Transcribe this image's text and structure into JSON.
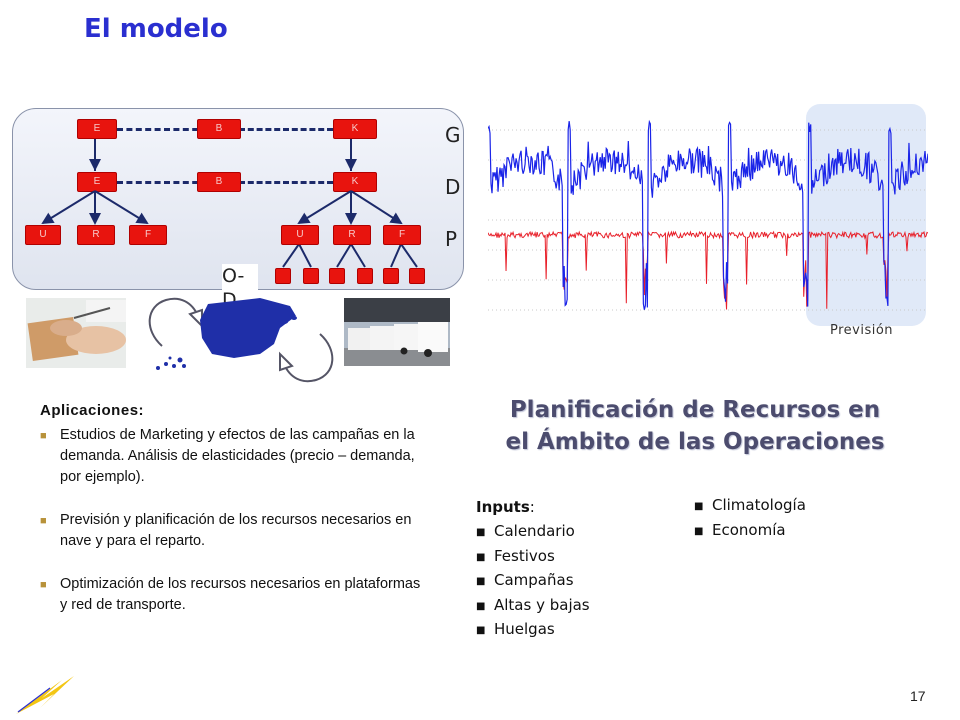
{
  "title": "El modelo",
  "hierarchy": {
    "top_nodes": [
      "E",
      "B",
      "K"
    ],
    "mid_nodes": [
      "E",
      "B",
      "K"
    ],
    "left_leaves": [
      "U",
      "R",
      "F"
    ],
    "right_leaves": [
      "U",
      "R",
      "F"
    ],
    "levels": [
      "G",
      "D",
      "P"
    ],
    "od_label": "O-D"
  },
  "chart": {
    "forecast_label": "Previsión",
    "colors": {
      "actual": "#1a24e8",
      "forecast": "#e8202a"
    }
  },
  "applications": {
    "heading": "Aplicaciones:",
    "items": [
      "Estudios de Marketing y efectos de las campañas en la demanda. Análisis de elasticidades (precio – demanda, por ejemplo).",
      "Previsión y planificación de los recursos necesarios en nave y para el reparto.",
      "Optimización de los recursos necesarios en plataformas y red de transporte."
    ]
  },
  "planning": {
    "title_line1": "Planificación de Recursos en",
    "title_line2": "el Ámbito de las Operaciones",
    "inputs_label": "Inputs",
    "inputs_colon": ":",
    "inputs": [
      "Calendario",
      "Festivos",
      "Campañas",
      "Altas y bajas",
      "Huelgas"
    ],
    "inputs_right": [
      "Climatología",
      "Economía"
    ]
  },
  "page_number": "17",
  "icons": {
    "bullet": "square-bullet-icon",
    "cycle": "cycle-arrow-icon",
    "logo": "lightning-logo-icon"
  },
  "accent_color": "#2a2fd0"
}
